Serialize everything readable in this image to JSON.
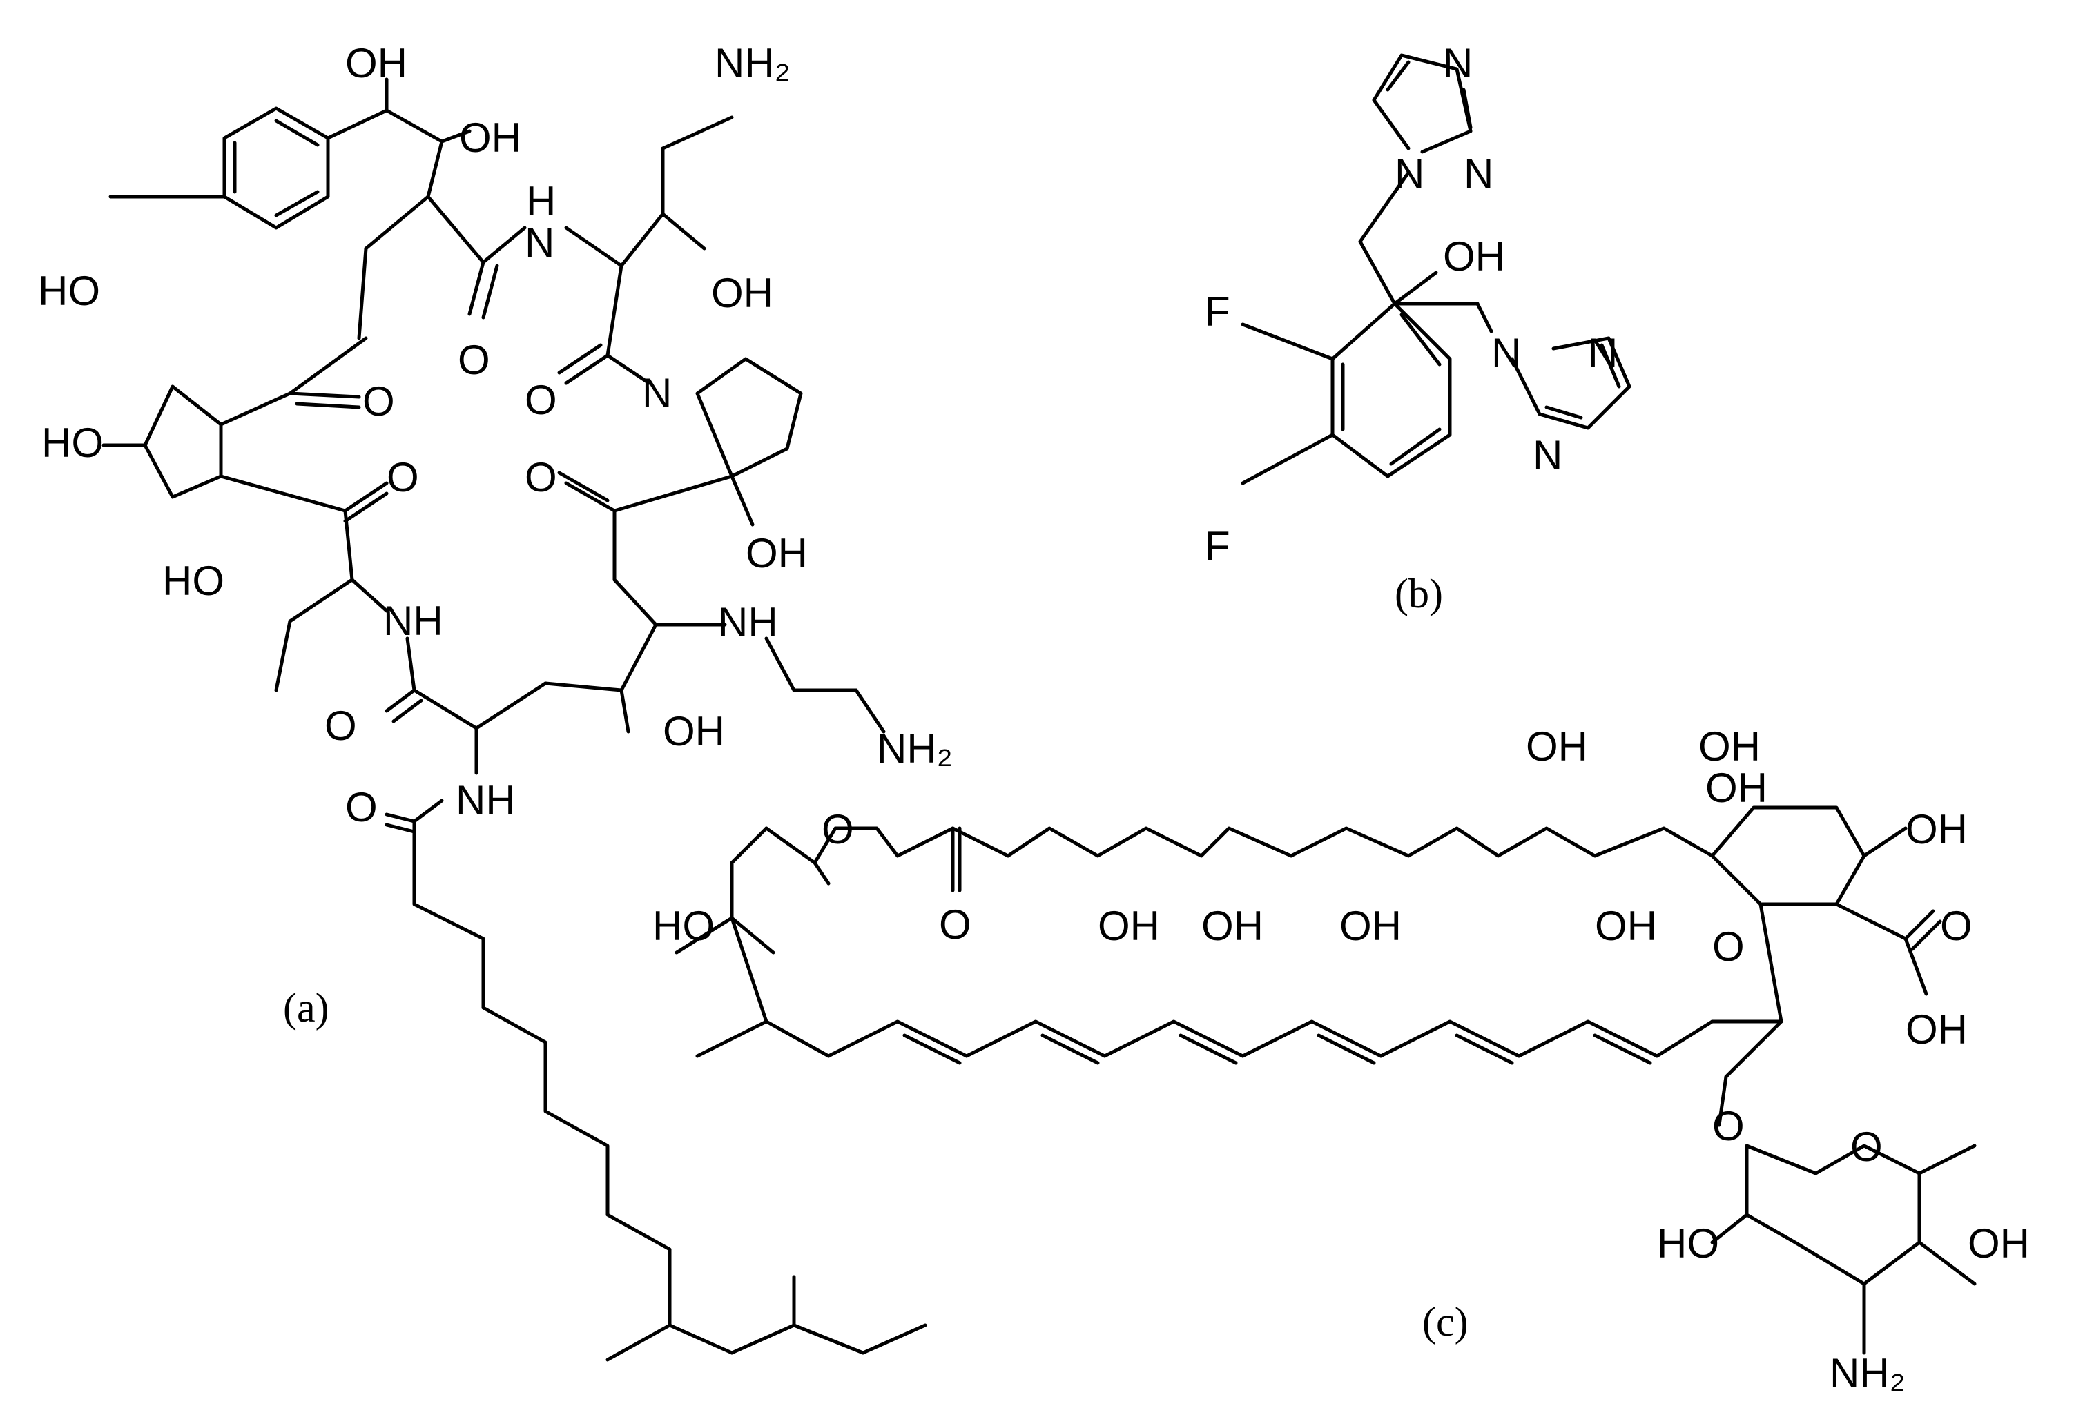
{
  "structures": {
    "a": {
      "caption": "(a)",
      "atom_labels": {
        "oh_top": "OH",
        "oh_c2": "OH",
        "nh2_top": "NH₂",
        "nh_top": "H",
        "n_top": "N",
        "ho_phenyl": "HO",
        "oh_side": "OH",
        "o_amide1": "O",
        "o_amide2": "O",
        "o_ketone1": "O",
        "n_pro": "N",
        "ho_cp": "HO",
        "o_ketone2": "O",
        "o_ketone3": "O",
        "oh_pro": "OH",
        "ho_thr": "HO",
        "nh_mid": "NH",
        "nh_side": "NH",
        "o_amide3": "O",
        "oh_bottom": "OH",
        "nh2_side": "NH₂",
        "o_acyl": "O",
        "nh_acyl": "NH"
      }
    },
    "b": {
      "caption": "(b)",
      "atom_labels": {
        "n_top1": "N",
        "n_top2": "N",
        "n_top3": "N",
        "oh": "OH",
        "f1": "F",
        "f2": "F",
        "n_bot1": "N",
        "n_bot2": "N",
        "n_bot3": "N"
      }
    },
    "c": {
      "caption": "(c)",
      "atom_labels": {
        "o_ester": "O",
        "o_carbonyl": "O",
        "oh_1": "OH",
        "oh_2": "OH",
        "oh_3": "OH",
        "oh_4": "OH",
        "oh_5": "OH",
        "oh_6": "OH",
        "oh_7": "OH",
        "oh_8": "OH",
        "ho_left": "HO",
        "o_ring": "O",
        "o_acid": "O",
        "oh_acid": "OH",
        "o_glyc": "O",
        "o_sugar": "O",
        "ho_sugar": "HO",
        "oh_sugar": "OH",
        "nh2_sugar": "NH₂"
      }
    }
  }
}
